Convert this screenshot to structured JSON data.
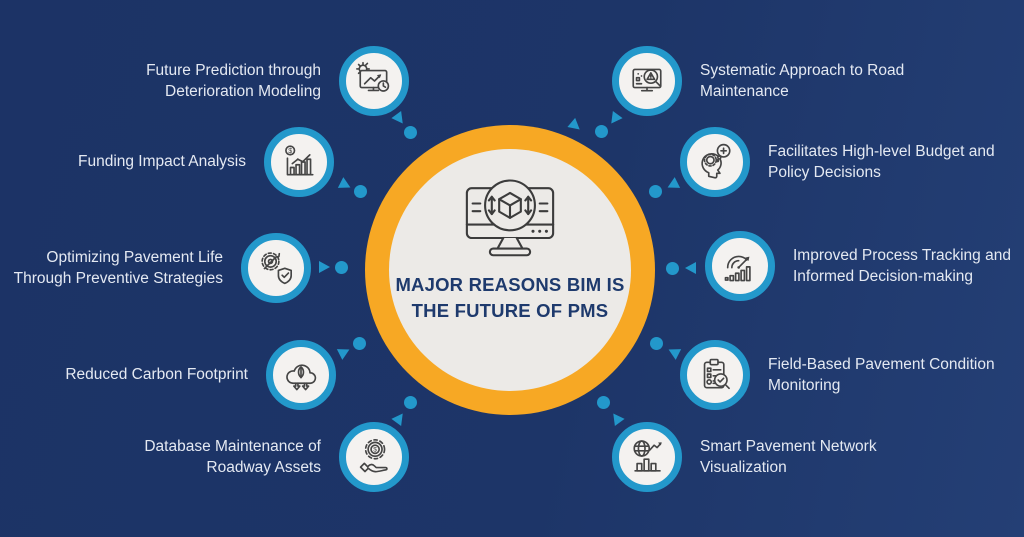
{
  "center": {
    "title_line1": "MAJOR REASONS BIM IS",
    "title_line2": "THE FUTURE OF PMS",
    "icon": "bim-3d-model-monitor-icon"
  },
  "items": {
    "left": [
      {
        "label": "Future Prediction through Deterioration Modeling",
        "icon": "monitor-trend-gear-clock-icon"
      },
      {
        "label": "Funding Impact Analysis",
        "icon": "dollar-bar-chart-icon"
      },
      {
        "label": "Optimizing Pavement Life Through Preventive Strategies",
        "icon": "gear-wrench-shield-icon"
      },
      {
        "label": "Reduced Carbon Footprint",
        "icon": "cloud-leaf-arrows-icon"
      },
      {
        "label": "Database Maintenance of Roadway Assets",
        "icon": "hand-gear-dollar-icon"
      }
    ],
    "right": [
      {
        "label": "Systematic Approach to Road Maintenance",
        "icon": "monitor-magnifier-alert-icon"
      },
      {
        "label": "Facilitates High-level Budget and Policy Decisions",
        "icon": "head-gear-thought-icon"
      },
      {
        "label": "Improved Process Tracking and Informed Decision-making",
        "icon": "gauge-bar-chart-icon"
      },
      {
        "label": "Field-Based Pavement Condition Monitoring",
        "icon": "clipboard-magnifier-icon"
      },
      {
        "label": "Smart Pavement Network Visualization",
        "icon": "globe-bar-chart-icon"
      }
    ]
  },
  "colors": {
    "background": "#1d3568",
    "accent_teal": "#2398cb",
    "accent_orange": "#f7a824",
    "circle_fill": "#eceae7",
    "icon_fill": "#f4f2f0",
    "label_text": "#e4e9f2",
    "title_text": "#1e3a6d"
  }
}
